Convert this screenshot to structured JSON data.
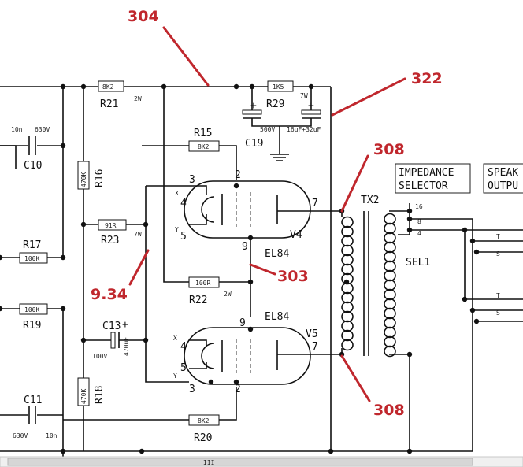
{
  "callouts": {
    "c304": "304",
    "c322": "322",
    "c308a": "308",
    "c308b": "308",
    "c303": "303",
    "c934": "9.34"
  },
  "components": {
    "R21": {
      "name": "R21",
      "value": "8K2",
      "rating": "2W"
    },
    "R29": {
      "name": "R29",
      "value": "1K5",
      "rating": "7W"
    },
    "C19": {
      "name": "C19",
      "voltage": "500V",
      "value": "16uF+32uF"
    },
    "R15": {
      "name": "R15",
      "value": "8K2"
    },
    "C10": {
      "name": "C10",
      "value": "10n",
      "voltage": "630V"
    },
    "R16": {
      "name": "R16",
      "value": "470K"
    },
    "R17": {
      "name": "R17",
      "value": "100K"
    },
    "R23": {
      "name": "R23",
      "value": "91R",
      "rating": "7W"
    },
    "R22": {
      "name": "R22",
      "value": "100R",
      "rating": "2W"
    },
    "R19": {
      "name": "R19",
      "value": "100K"
    },
    "C13": {
      "name": "C13",
      "value": "470uF",
      "voltage": "100V"
    },
    "R18": {
      "name": "R18",
      "value": "470K"
    },
    "C11": {
      "name": "C11",
      "value": "10n",
      "voltage": "630V"
    },
    "R20": {
      "name": "R20",
      "value": "8K2"
    }
  },
  "tubes": {
    "V4": {
      "name": "V4",
      "type": "EL84",
      "pin_anode": "7",
      "pin_screen": "2",
      "pin_grid": "3",
      "pin_heater_a": "4",
      "pin_heater_b": "5",
      "pin_cathode": "9",
      "heater_x": "X",
      "heater_y": "Y"
    },
    "V5": {
      "name": "V5",
      "type": "EL84",
      "pin_anode": "7",
      "pin_screen": "2",
      "pin_grid": "3",
      "pin_heater_a": "4",
      "pin_heater_b": "5",
      "pin_cathode": "9",
      "heater_x": "X",
      "heater_y": "Y"
    }
  },
  "transformer": {
    "name": "TX2",
    "tap_16": "16",
    "tap_8": "8",
    "tap_4": "4",
    "selector": "SEL1"
  },
  "labels": {
    "impedance_line1": "IMPEDANCE",
    "impedance_line2": "SELECTOR",
    "speaker_line1": "SPEAK",
    "speaker_line2": "OUTPU",
    "jack_t1": "T",
    "jack_s1": "S",
    "jack_t2": "T",
    "jack_s2": "S",
    "plus": "+",
    "scroll_grip": "III"
  },
  "colors": {
    "callout": "#c0272d",
    "ink": "#111111"
  }
}
